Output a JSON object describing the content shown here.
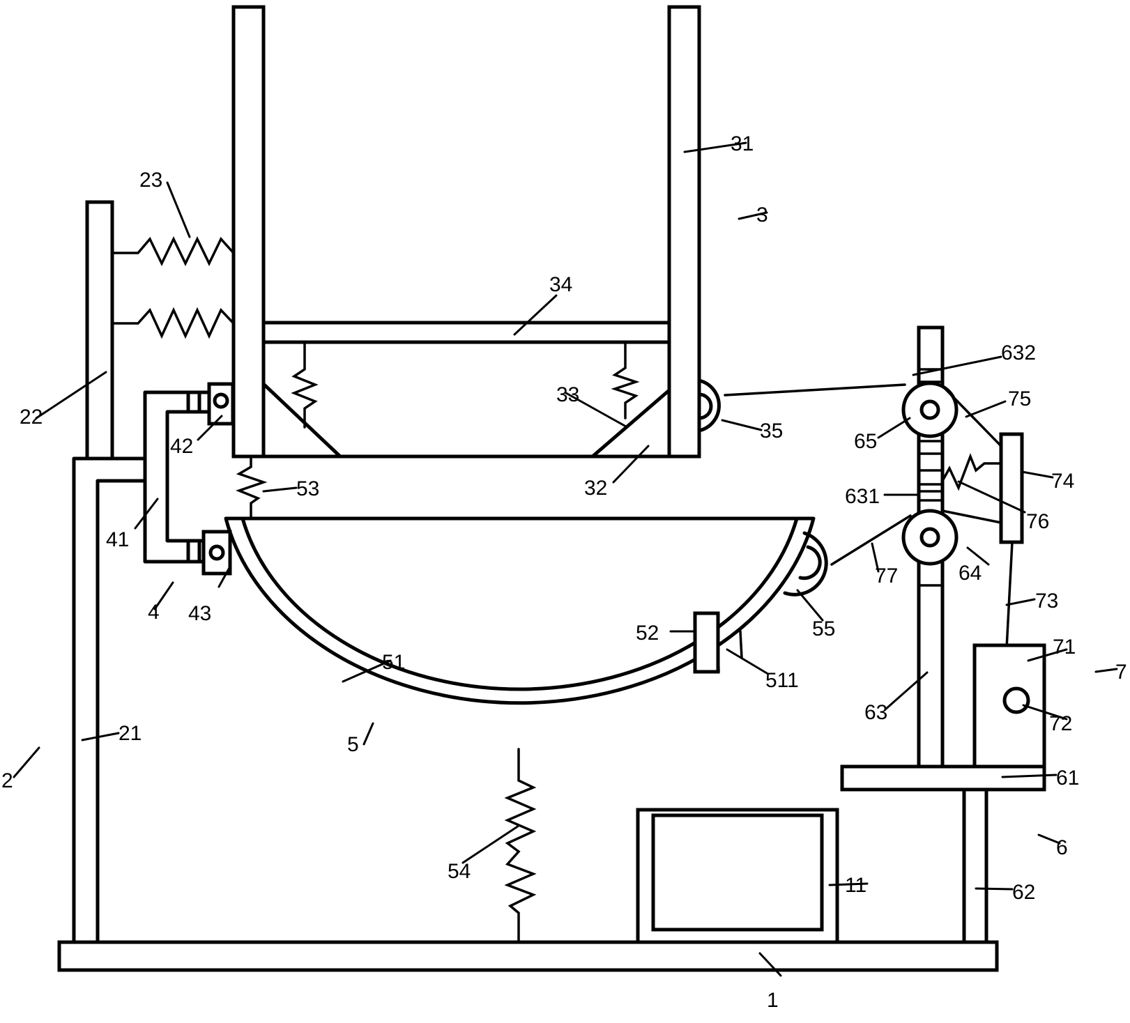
{
  "diagram": {
    "labels": {
      "1": "1",
      "11": "11",
      "2": "2",
      "21": "21",
      "22": "22",
      "23": "23",
      "3": "3",
      "31": "31",
      "32": "32",
      "33": "33",
      "34": "34",
      "35": "35",
      "4": "4",
      "41": "41",
      "42": "42",
      "43": "43",
      "5": "5",
      "51": "51",
      "511": "511",
      "52": "52",
      "53": "53",
      "54": "54",
      "55": "55",
      "6": "6",
      "61": "61",
      "62": "62",
      "63": "63",
      "631": "631",
      "632": "632",
      "64": "64",
      "65": "65",
      "7": "7",
      "71": "71",
      "72": "72",
      "73": "73",
      "74": "74",
      "75": "75",
      "76": "76",
      "77": "77"
    }
  }
}
